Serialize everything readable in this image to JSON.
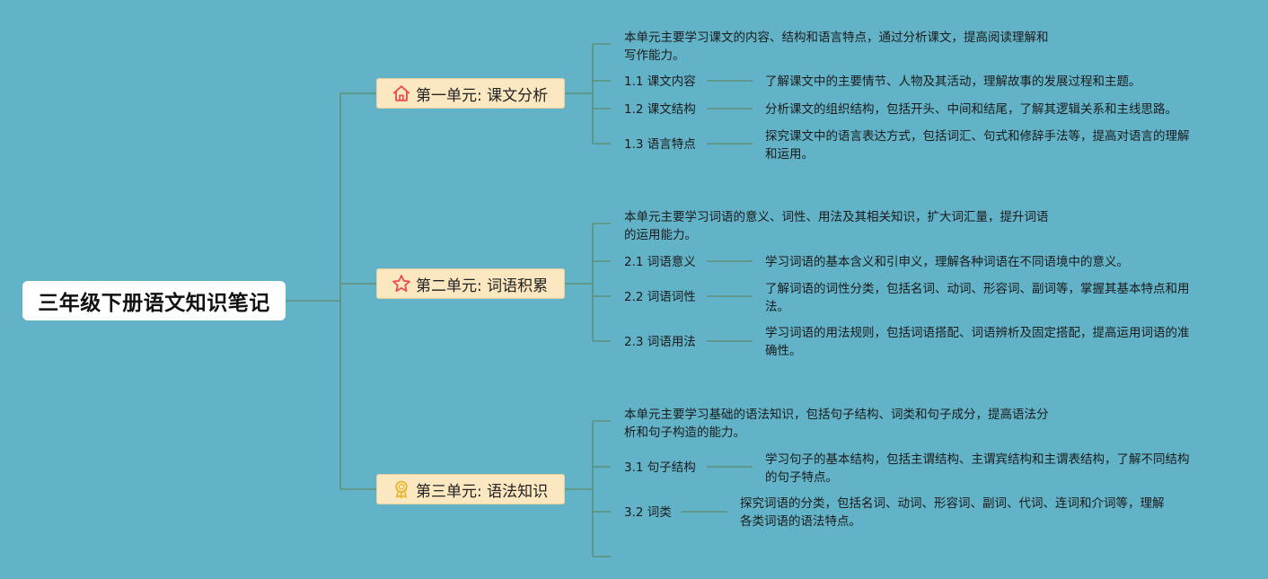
{
  "title": "三年级下册语文知识笔记",
  "colors": {
    "background": "#62b3c8",
    "line": "#5e8f78",
    "unit_fill": "#fbe7c0",
    "icon_red": "#e94b4b",
    "icon_gold": "#e7b526"
  },
  "units": [
    {
      "label": "第一单元: 课文分析",
      "icon": "home-icon",
      "summary": [
        "本单元主要学习课文的内容、结构和语言特点，通过分析课文，提高阅读理解和",
        "写作能力。"
      ],
      "topics": [
        {
          "label": "1.1 课文内容",
          "desc": [
            "了解课文中的主要情节、人物及其活动，理解故事的发展过程和主题。"
          ]
        },
        {
          "label": "1.2 课文结构",
          "desc": [
            "分析课文的组织结构，包括开头、中间和结尾，了解其逻辑关系和主线思路。"
          ]
        },
        {
          "label": "1.3 语言特点",
          "desc": [
            "探究课文中的语言表达方式，包括词汇、句式和修辞手法等，提高对语言的理解",
            "和运用。"
          ]
        }
      ]
    },
    {
      "label": "第二单元: 词语积累",
      "icon": "star-icon",
      "summary": [
        "本单元主要学习词语的意义、词性、用法及其相关知识，扩大词汇量，提升词语",
        "的运用能力。"
      ],
      "topics": [
        {
          "label": "2.1 词语意义",
          "desc": [
            "学习词语的基本含义和引申义，理解各种词语在不同语境中的意义。"
          ]
        },
        {
          "label": "2.2 词语词性",
          "desc": [
            "了解词语的词性分类，包括名词、动词、形容词、副词等，掌握其基本特点和用",
            "法。"
          ]
        },
        {
          "label": "2.3 词语用法",
          "desc": [
            "学习词语的用法规则，包括词语搭配、词语辨析及固定搭配，提高运用词语的准",
            "确性。"
          ]
        }
      ]
    },
    {
      "label": "第三单元: 语法知识",
      "icon": "award-icon",
      "summary": [
        "本单元主要学习基础的语法知识，包括句子结构、词类和句子成分，提高语法分",
        "析和句子构造的能力。"
      ],
      "topics": [
        {
          "label": "3.1 句子结构",
          "desc": [
            "学习句子的基本结构，包括主谓结构、主谓宾结构和主谓表结构，了解不同结构",
            "的句子特点。"
          ]
        },
        {
          "label": "3.2 词类",
          "desc": [
            "探究词语的分类，包括名词、动词、形容词、副词、代词、连词和介词等，理解",
            "各类词语的语法特点。"
          ]
        }
      ]
    }
  ]
}
